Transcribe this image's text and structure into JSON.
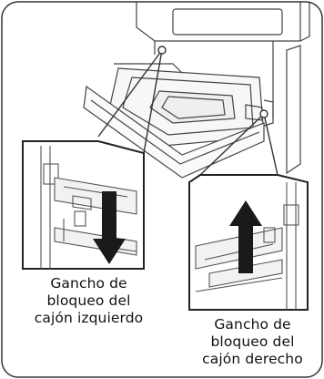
{
  "captions": {
    "left": {
      "lines": [
        "Gancho de",
        "bloqueo del",
        "cajón izquierdo"
      ]
    },
    "right": {
      "lines": [
        "Gancho de",
        "bloqueo del",
        "cajón derecho"
      ]
    }
  },
  "arrows": {
    "left_hook": "down-arrow",
    "right_hook": "up-arrow"
  }
}
